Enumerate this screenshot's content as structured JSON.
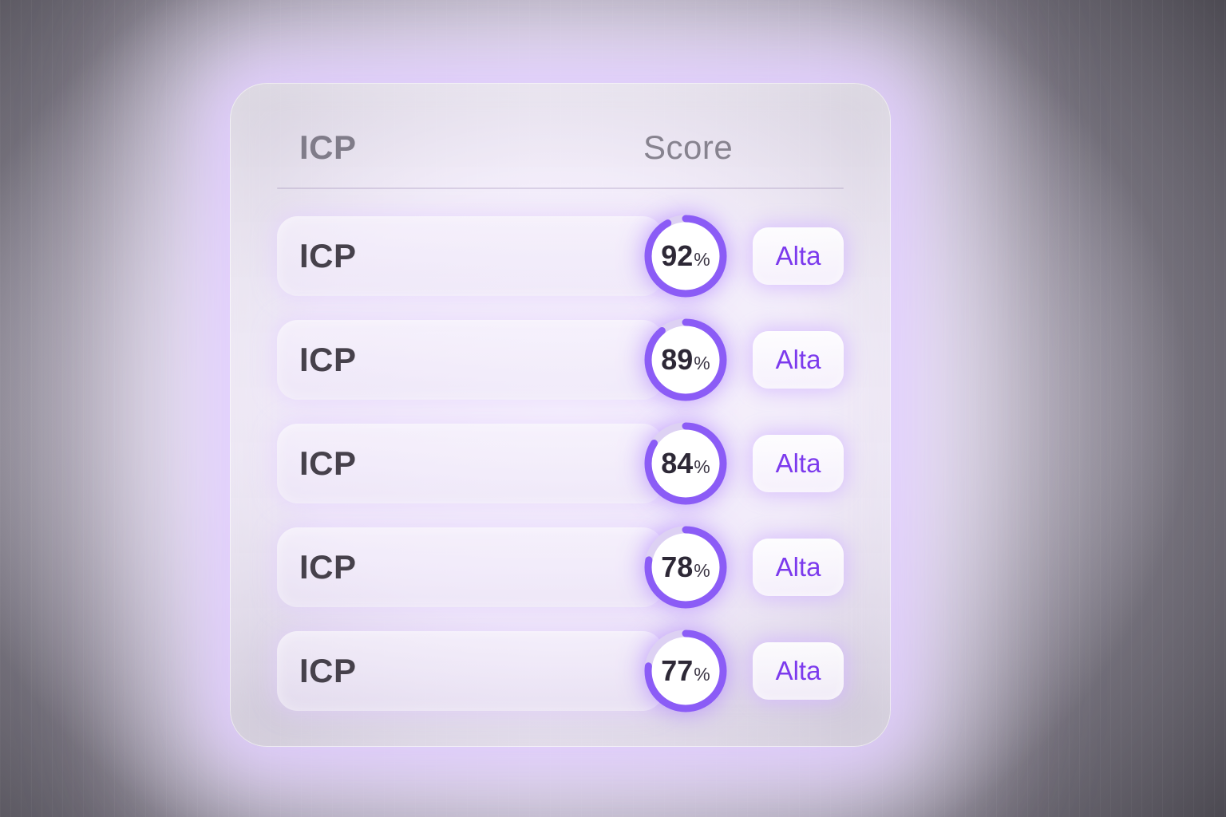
{
  "theme": {
    "accent": "#8b5cf6",
    "ring_track": "#ddd1f3",
    "badge_text_color": "#7c3aed",
    "glow": "#d9c3ff"
  },
  "table": {
    "header": {
      "icp": "ICP",
      "score": "Score"
    },
    "percent_suffix": "%",
    "rows": [
      {
        "label": "ICP",
        "score": 92,
        "badge": "Alta"
      },
      {
        "label": "ICP",
        "score": 89,
        "badge": "Alta"
      },
      {
        "label": "ICP",
        "score": 84,
        "badge": "Alta"
      },
      {
        "label": "ICP",
        "score": 78,
        "badge": "Alta"
      },
      {
        "label": "ICP",
        "score": 77,
        "badge": "Alta"
      }
    ]
  }
}
